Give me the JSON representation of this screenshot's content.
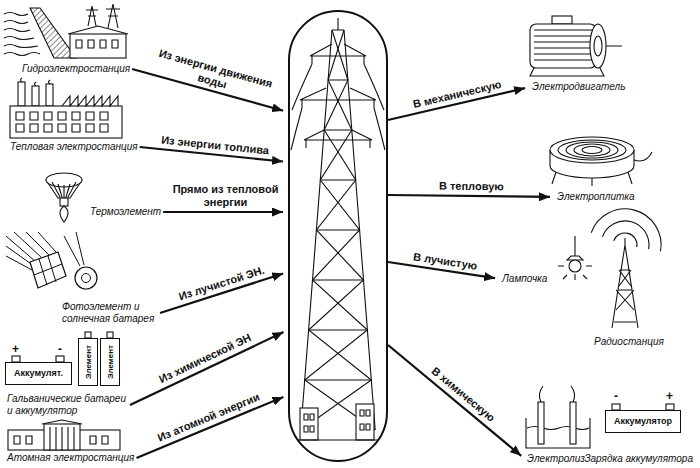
{
  "diagram": {
    "nodes": [
      {
        "text": [
          "Гидроэлектростанция"
        ]
      },
      {
        "text": [
          "Тепловая электростанция"
        ]
      },
      {
        "text": [
          "Термоэлемент"
        ]
      },
      {
        "text": [
          "Фотоэлемент и солнечная батарея"
        ]
      },
      {
        "text": [
          "Аккумулят."
        ]
      },
      {
        "text": [
          "Элемент"
        ]
      },
      {
        "text": [
          "Элемент"
        ]
      },
      {
        "text": [
          "Гальванические батареи и аккумулятор"
        ]
      },
      {
        "text": [
          "Атомная электростанция"
        ]
      },
      {
        "text": []
      },
      {
        "text": [
          "Электродвигатель"
        ]
      },
      {
        "text": [
          "Электроплитка"
        ]
      },
      {
        "text": [
          "Лампочка"
        ]
      },
      {
        "text": [
          "Радиостанция"
        ]
      },
      {
        "text": [
          "Электролиз"
        ]
      },
      {
        "text": [
          "Аккумулятор"
        ]
      },
      {
        "text": [
          "Зарядка аккумулятора"
        ]
      }
    ],
    "edges": [
      {
        "from": 0,
        "to": 9,
        "label": "Из энергии движения воды",
        "arrow": "to"
      },
      {
        "from": 1,
        "to": 9,
        "label": "Из энергии топлива",
        "arrow": "to"
      },
      {
        "from": 2,
        "to": 9,
        "label": "Прямо из тепловой энергии",
        "arrow": "to"
      },
      {
        "from": 3,
        "to": 9,
        "label": "Из лучистой ЭН.",
        "arrow": "to"
      },
      {
        "from": 7,
        "to": 9,
        "label": "Из химической ЭН",
        "arrow": "to"
      },
      {
        "from": 8,
        "to": 9,
        "label": "Из атомной энергии",
        "arrow": "to"
      },
      {
        "from": 9,
        "to": 10,
        "label": "В механическую",
        "arrow": "to"
      },
      {
        "from": 9,
        "to": 11,
        "label": "В тепловую",
        "arrow": "to"
      },
      {
        "from": 9,
        "to": 12,
        "label": "В лучистую",
        "arrow": "to"
      },
      {
        "from": 9,
        "to": 14,
        "label": "В химическую",
        "arrow": "to"
      }
    ],
    "labels": [
      "+",
      "-",
      "-",
      "+"
    ]
  }
}
